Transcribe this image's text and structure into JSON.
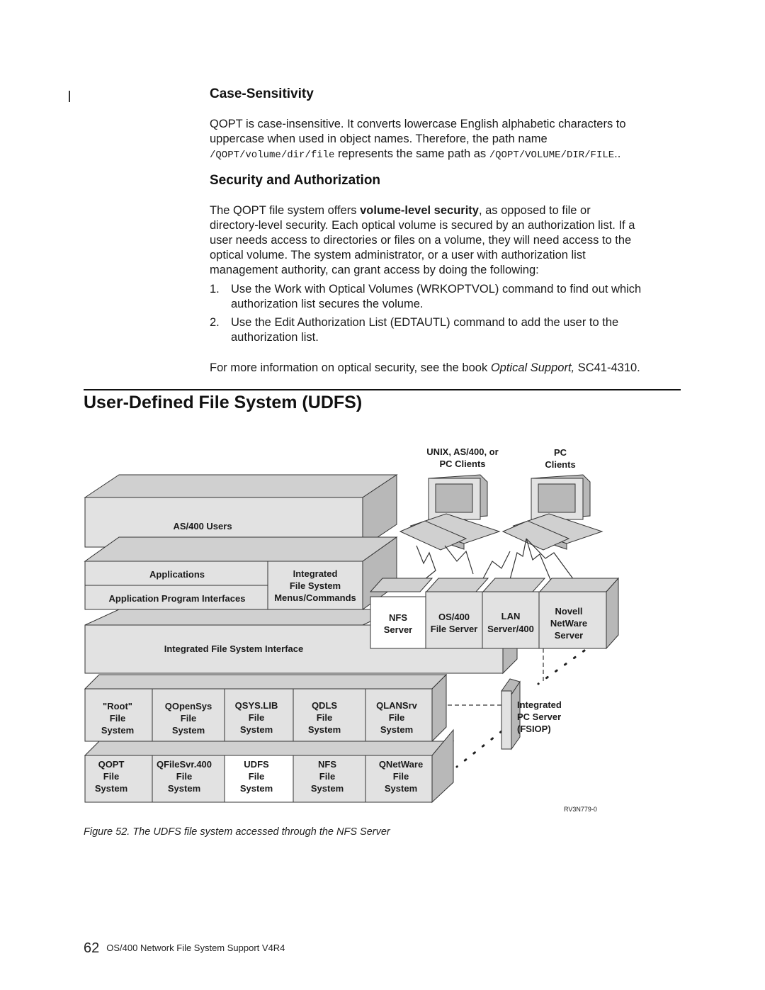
{
  "sections": {
    "case": {
      "heading": "Case-Sensitivity",
      "p1": "QOPT is case-insensitive. It converts lowercase English alphabetic characters to",
      "p2": "uppercase when used in object names. Therefore, the path name",
      "path_lower": "/QOPT/volume/dir/file",
      "mid": " represents the same path as ",
      "path_upper": "/QOPT/VOLUME/DIR/FILE",
      "end": ".."
    },
    "security": {
      "heading": "Security and Authorization",
      "intro_before": "The QOPT file system offers ",
      "intro_bold": "volume-level security",
      "intro_after": ", as opposed to file or",
      "l2": "directory-level security. Each optical volume is secured by an authorization list. If a",
      "l3": "user needs access to directories or files on a volume, they will need access to the",
      "l4": "optical volume. The system administrator, or a user with authorization list",
      "l5": "management authority, can grant access by doing the following:",
      "steps": [
        {
          "num": "1.",
          "line1": "Use the Work with Optical Volumes (WRKOPTVOL) command to find out which",
          "line2": "authorization list secures the volume."
        },
        {
          "num": "2.",
          "line1": "Use the Edit Authorization List (EDTAUTL) command to add the user to the",
          "line2": "authorization list."
        }
      ],
      "more_before": "For more information on optical security, see the book ",
      "more_italic": "Optical Support,",
      "more_after": " SC41-4310."
    }
  },
  "udfs": {
    "heading": "User-Defined File System (UDFS)"
  },
  "figure": {
    "clients_unix_1": "UNIX, AS/400, or",
    "clients_unix_2": "PC Clients",
    "clients_pc_1": "PC",
    "clients_pc_2": "Clients",
    "as400_users": "AS/400 Users",
    "applications": "Applications",
    "api": "Application Program Interfaces",
    "ifs_1": "Integrated",
    "ifs_2": "File System",
    "ifs_3": "Menus/Commands",
    "ifs_interface": "Integrated File System Interface",
    "servers": [
      {
        "l1": "NFS",
        "l2": "Server",
        "l3": ""
      },
      {
        "l1": "OS/400",
        "l2": "File Server",
        "l3": ""
      },
      {
        "l1": "LAN",
        "l2": "Server/400",
        "l3": ""
      },
      {
        "l1": "Novell",
        "l2": "NetWare",
        "l3": "Server"
      }
    ],
    "fs_row1": [
      {
        "l1": "\"Root\"",
        "l2": "File",
        "l3": "System"
      },
      {
        "l1": "QOpenSys",
        "l2": "File",
        "l3": "System"
      },
      {
        "l1": "QSYS.LIB",
        "l2": "File",
        "l3": "System"
      },
      {
        "l1": "QDLS",
        "l2": "File",
        "l3": "System"
      },
      {
        "l1": "QLANSrv",
        "l2": "File",
        "l3": "System"
      }
    ],
    "fs_row2": [
      {
        "l1": "QOPT",
        "l2": "File",
        "l3": "System"
      },
      {
        "l1": "QFileSvr.400",
        "l2": "File",
        "l3": "System"
      },
      {
        "l1": "UDFS",
        "l2": "File",
        "l3": "System"
      },
      {
        "l1": "NFS",
        "l2": "File",
        "l3": "System"
      },
      {
        "l1": "QNetWare",
        "l2": "File",
        "l3": "System"
      }
    ],
    "fsiop_1": "Integrated",
    "fsiop_2": "PC Server",
    "fsiop_3": "(FSIOP)",
    "code": "RV3N779-0",
    "caption": "Figure 52. The UDFS file system accessed through the NFS Server"
  },
  "footer": {
    "page": "62",
    "book": "OS/400 Network File System Support V4R4"
  }
}
